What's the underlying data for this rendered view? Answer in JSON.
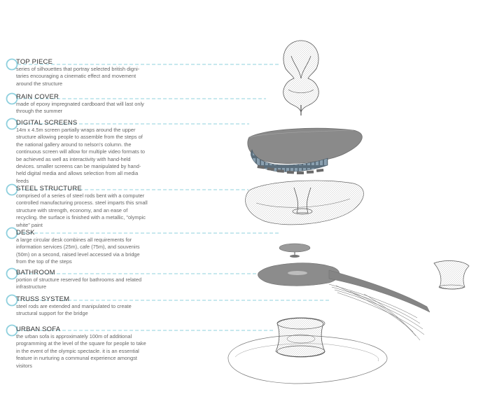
{
  "colors": {
    "accent": "#7fc6d6",
    "line": "#8fd0de",
    "structure": "#7a7a7a",
    "text": "#666666"
  },
  "layers": [
    {
      "title": "TOP PIECE",
      "description": "series of silhouettes that portray selected british digni-taries encouraging a cinematic effect and movement around the structure"
    },
    {
      "title": "RAIN COVER",
      "description": "made of epoxy impregnated cardboard that will last only through the summer"
    },
    {
      "title": "DIGITAL SCREENS",
      "description": "14m x 4.5m screen partially wraps around the upper structure allowing people to assemble from the steps of the national gallery around to nelson's column. the continuous screen will allow for multiple video formats to be achieved as well as interactivity with hand-held devices. smaller screens can be manipulated by hand-held digital media and allows selection from all media feeds"
    },
    {
      "title": "STEEL STRUCTURE",
      "description": "comprised of a series of steel rods bent with a computer controlled manufacturing process. steel imparts this small structure with strength, economy, and an ease of recycling. the surface is finished with a metallic, \"olympic white\" paint"
    },
    {
      "title": "DESK",
      "description": "a large circular desk combines all requirements for information services (25m), cafe (75m), and souvenirs (50m) on a second, raised level accessed via a bridge from the top of the steps"
    },
    {
      "title": "BATHROOM",
      "description": "portion of structure reserved for bathrooms and related infrastructure"
    },
    {
      "title": "TRUSS SYSTEM",
      "description": "steel rods are extended and manipulated to create structural support for the bridge"
    },
    {
      "title": "URBAN SOFA",
      "description": "the urban sofa is approximately 100m of additional programming at the level of the square for people to take in the event of the olympic spectacle. it is an essential feature in nurturing a communal experience amongst visitors"
    }
  ]
}
